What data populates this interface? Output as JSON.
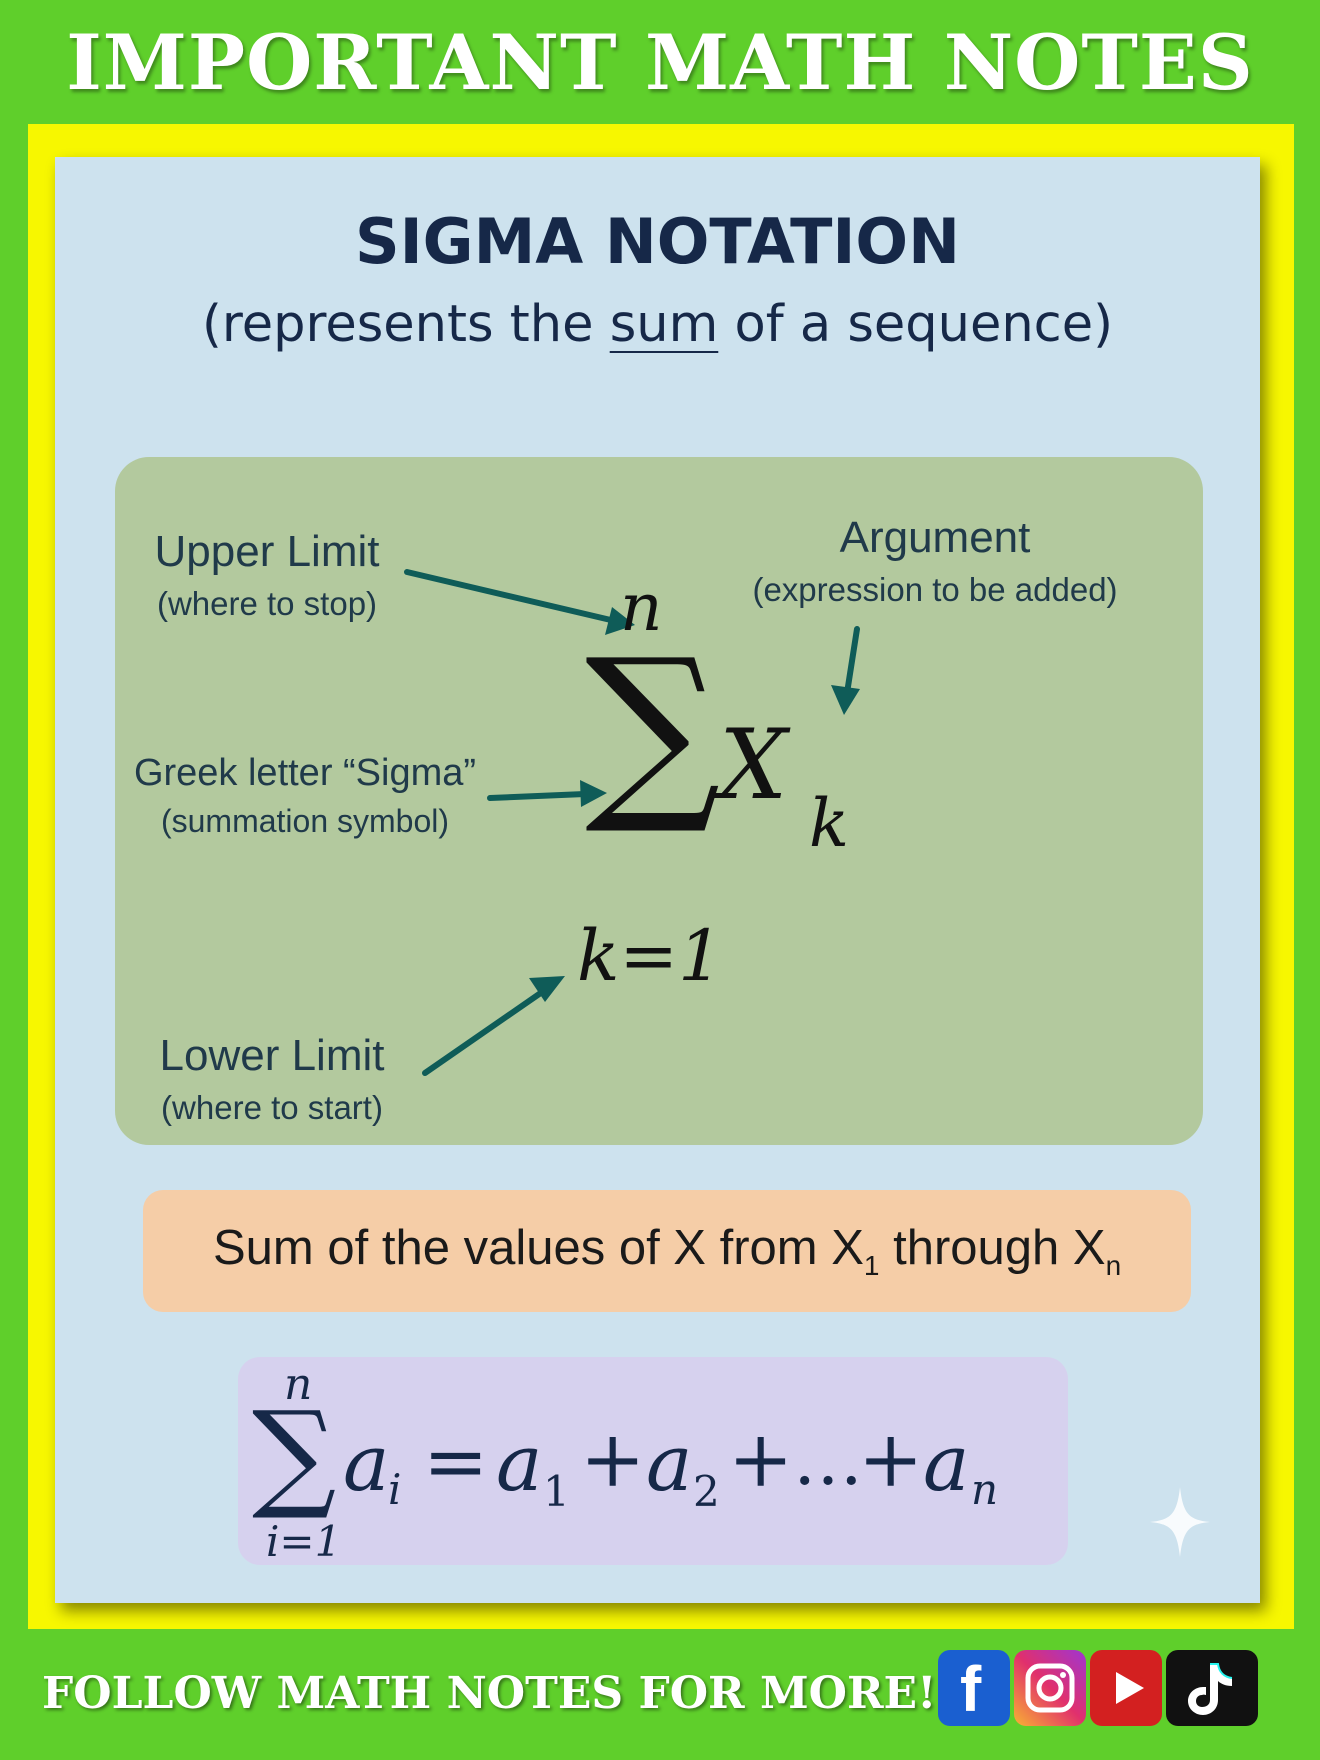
{
  "header": {
    "title": "IMPORTANT MATH NOTES"
  },
  "card": {
    "title": "SIGMA NOTATION",
    "subtitle_before": "(represents the ",
    "subtitle_underlined": "sum",
    "subtitle_after": " of a sequence)"
  },
  "diagram": {
    "upper_limit": {
      "label": "Upper Limit",
      "sub": "(where to stop)"
    },
    "argument": {
      "label": "Argument",
      "sub": "(expression to be added)"
    },
    "sigma": {
      "label": "Greek letter “Sigma”",
      "sub": "(summation symbol)"
    },
    "lower_limit": {
      "label": "Lower Limit",
      "sub": "(where to start)"
    },
    "upper_symbol": "n",
    "sigma_symbol": "∑",
    "argument_symbol": "X",
    "argument_subscript": "k",
    "lower_symbol": "k=1"
  },
  "sum_description": {
    "text_before": "Sum of the values of X from X",
    "sub1": "1",
    "text_middle": " through X",
    "sub2": "n"
  },
  "formula": {
    "upper": "n",
    "sigma": "∑",
    "lower": "i=1",
    "lhs_var": "a",
    "lhs_sub": "i",
    "equals": "=",
    "t1": "a",
    "t1_sub": "1",
    "plus1": "+",
    "t2": "a",
    "t2_sub": "2",
    "plus2": "+",
    "ellipsis": "…",
    "plus3": "+",
    "tn": "a",
    "tn_sub": "n"
  },
  "footer": {
    "text": "FOLLOW MATH NOTES FOR MORE!",
    "facebook_glyph": "f"
  },
  "colors": {
    "background_green": "#5fcf2b",
    "frame_yellow": "#f7f700",
    "card_blue": "#cde2ee",
    "box_green": "#b3c99e",
    "box_peach": "#f5cda7",
    "box_purple": "#d6d1ee",
    "arrow_teal": "#0f5c58",
    "text_navy": "#162848"
  },
  "icons": [
    "facebook-icon",
    "instagram-icon",
    "youtube-icon",
    "tiktok-icon",
    "sparkle-icon"
  ]
}
